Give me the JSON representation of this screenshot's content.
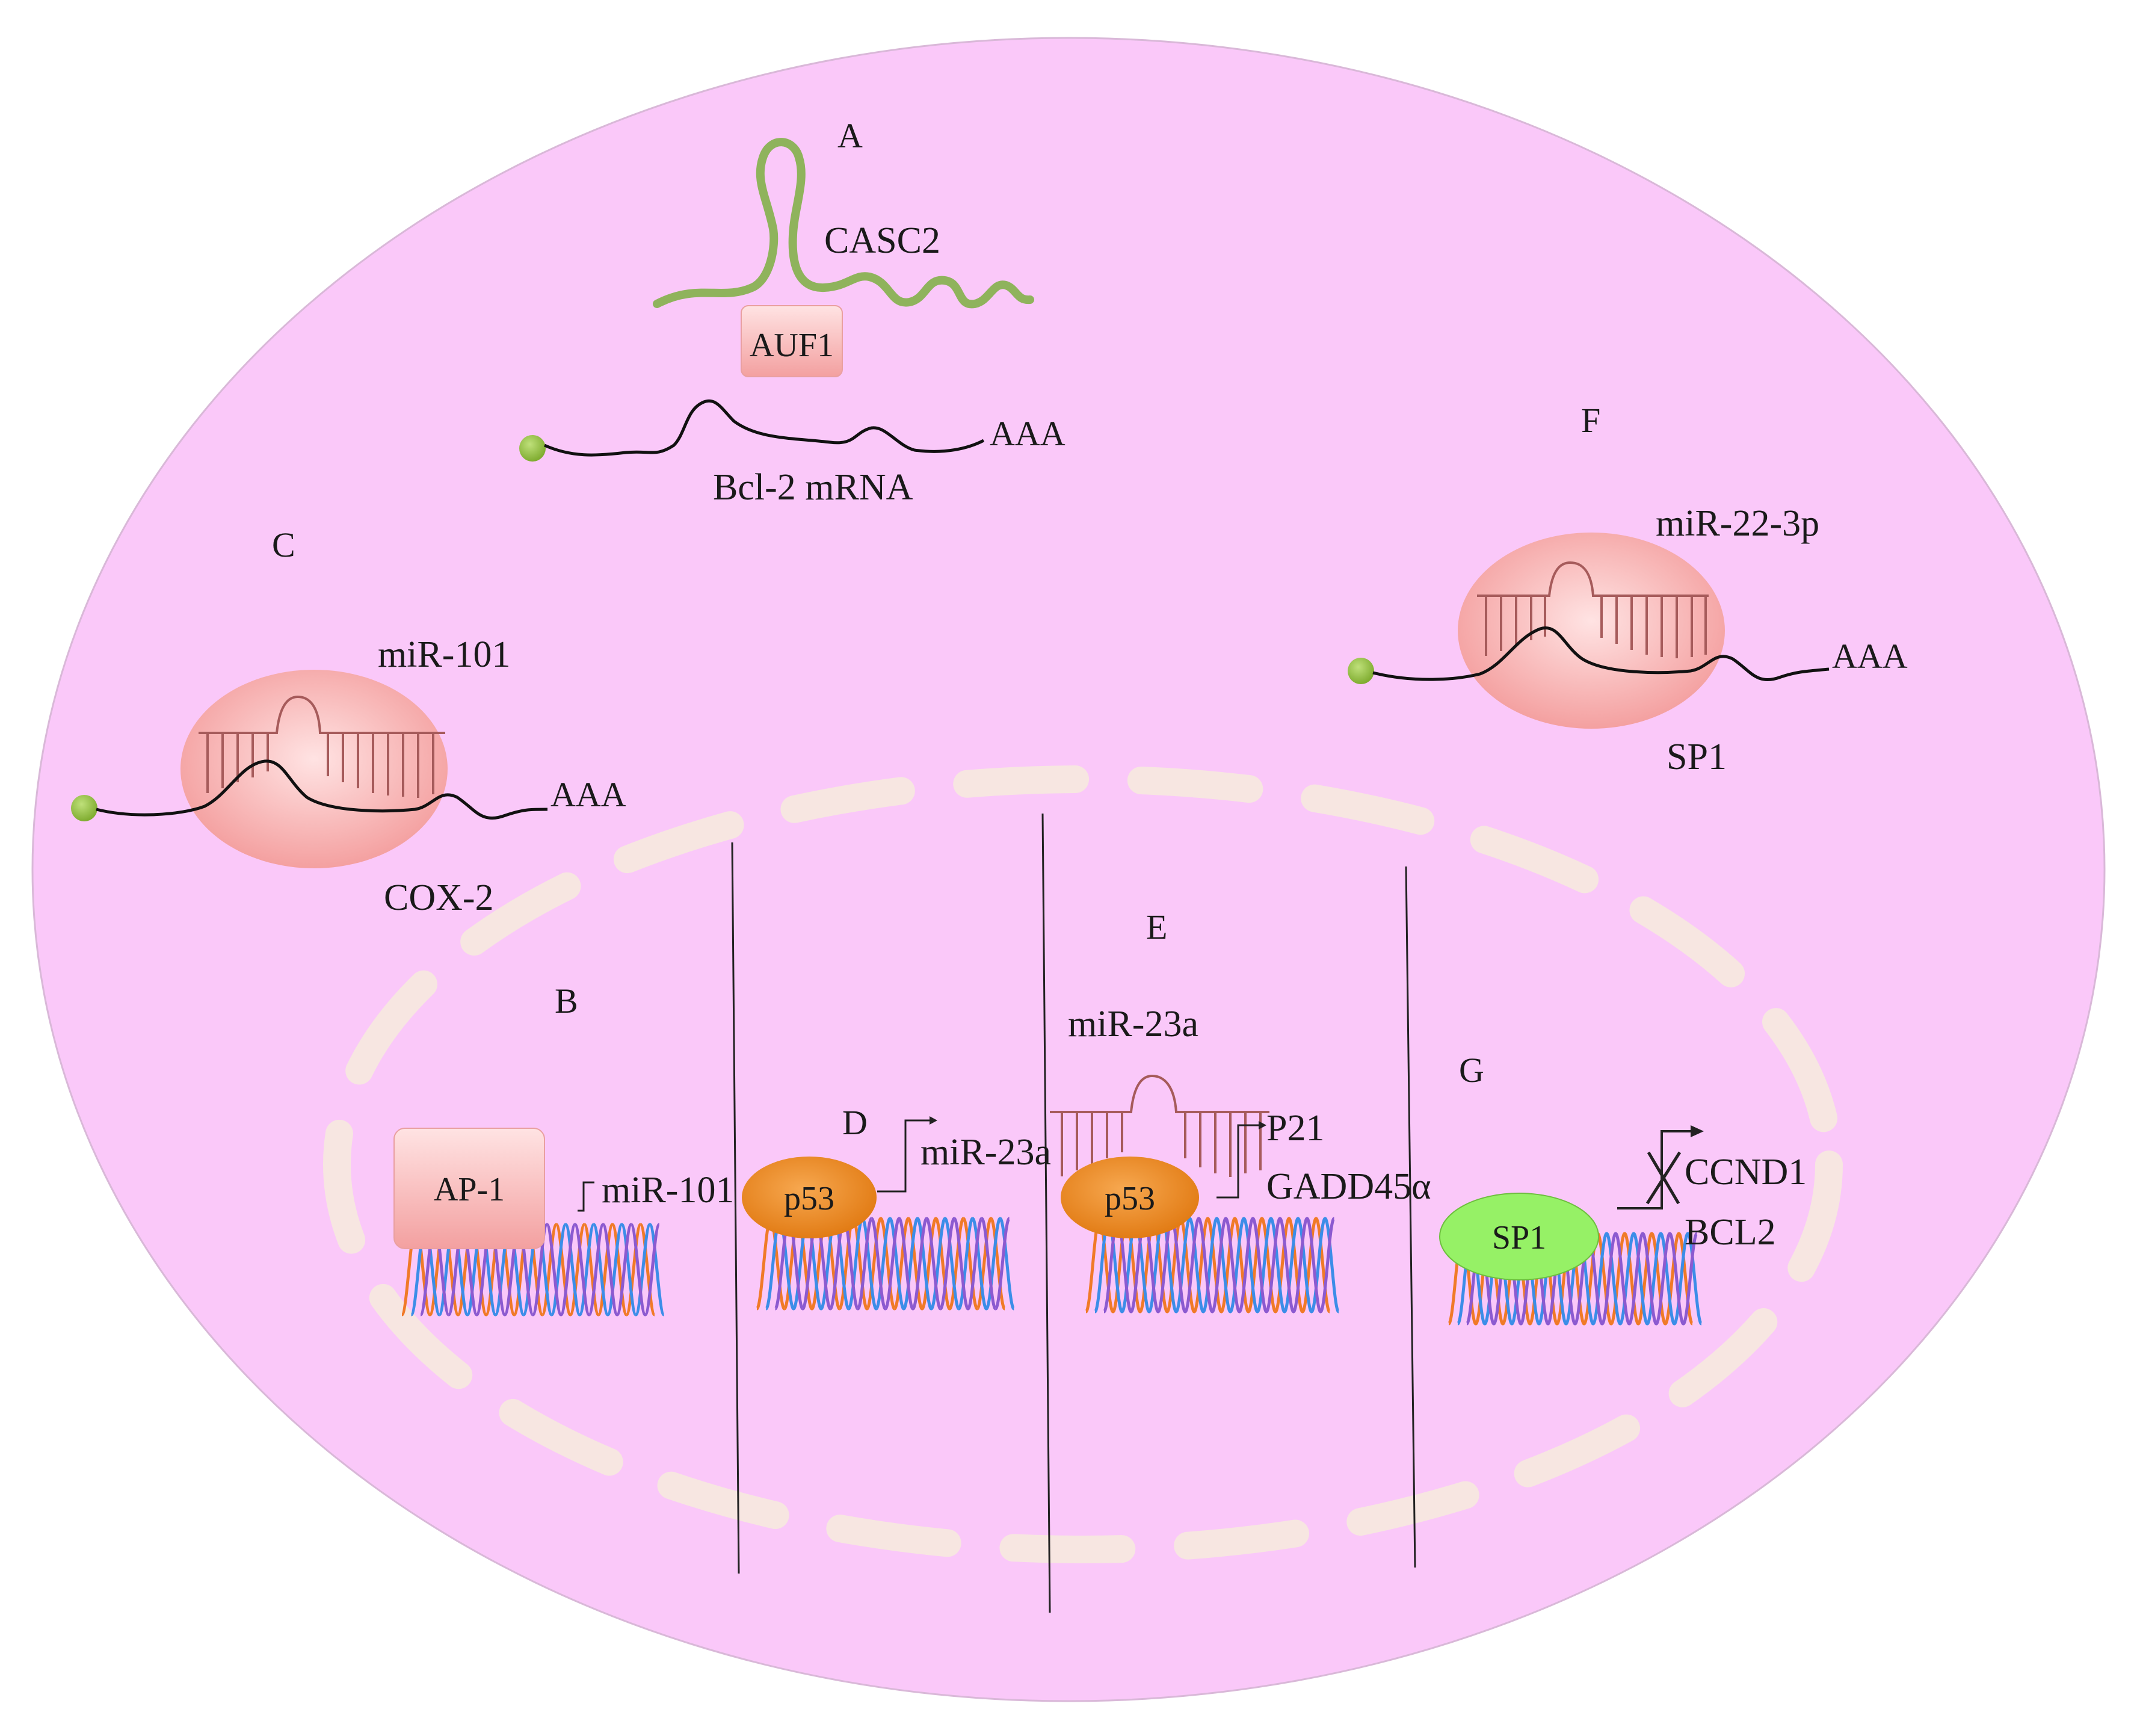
{
  "colors": {
    "cell_fill": "#FAC8F9",
    "nucleus_membrane": "#F7E6E1",
    "protein_pink_light": "#FFE3E3",
    "protein_pink_dark": "#F39A9A",
    "p53_orange": "#F08A24",
    "sp1_green": "#96F166",
    "mirna_red": "#A65B5B",
    "lncrna_green": "#8FB35C",
    "cap_green": "#8DBB3A",
    "dna_orange": "#F07A28",
    "dna_blue": "#3C8DE8",
    "dna_purple": "#8C5AD0"
  },
  "panels": {
    "A": {
      "letter": "A",
      "lncrna": "CASC2",
      "protein": "AUF1",
      "mrna": "Bcl-2 mRNA",
      "polya": "AAA"
    },
    "B": {
      "letter": "B",
      "factor": "AP-1",
      "target": "miR-101"
    },
    "C": {
      "letter": "C",
      "mirna": "miR-101",
      "target": "COX-2",
      "polya": "AAA"
    },
    "D": {
      "letter": "D",
      "factor": "p53",
      "target": "miR-23a"
    },
    "E": {
      "letter": "E",
      "mirna": "miR-23a",
      "factor": "p53",
      "target1": "P21",
      "target2": "GADD45α"
    },
    "F": {
      "letter": "F",
      "mirna": "miR-22-3p",
      "target": "SP1",
      "polya": "AAA"
    },
    "G": {
      "letter": "G",
      "factor": "SP1",
      "target1": "CCND1",
      "target2": "BCL2"
    }
  }
}
